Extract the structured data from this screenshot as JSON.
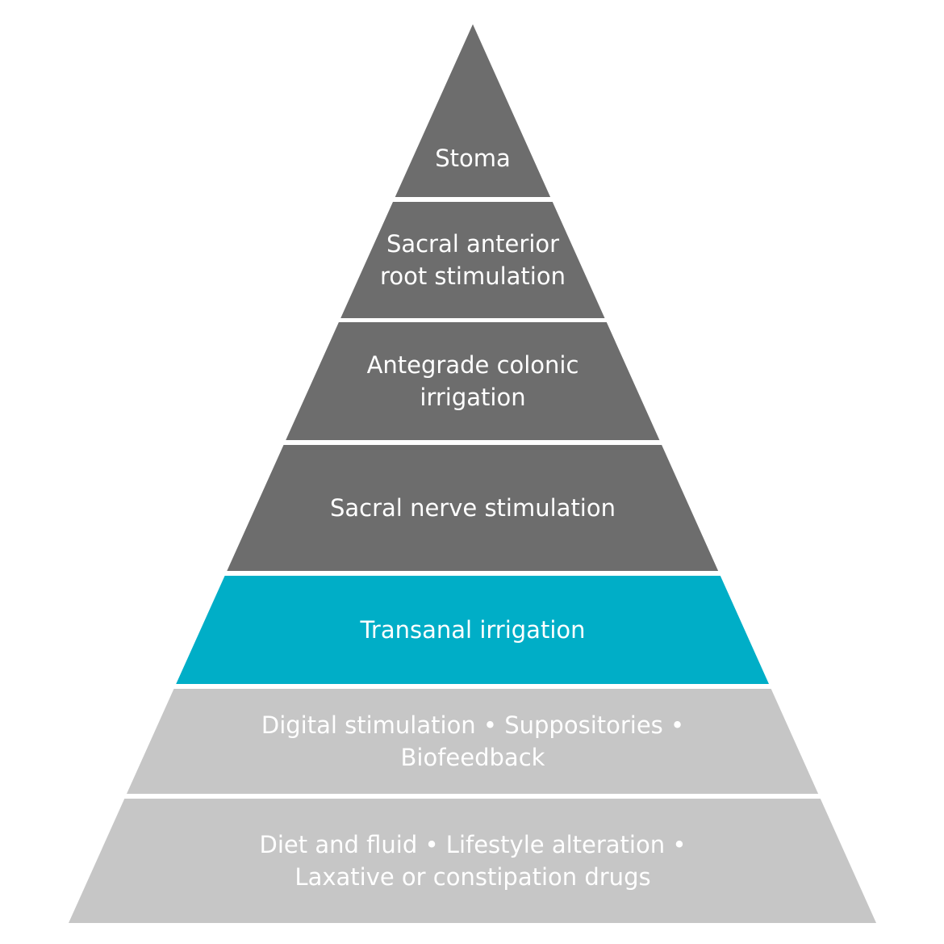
{
  "colors": {
    "dark_tier": "#6d6d6d",
    "highlight_tier": "#00aec7",
    "light_tier": "#c6c6c6",
    "text": "#ffffff",
    "background": "#ffffff"
  },
  "tiers": [
    {
      "id": "stoma",
      "lines": [
        "Stoma"
      ],
      "tone": "dark_tier"
    },
    {
      "id": "sacral-anterior-root-stimulation",
      "lines": [
        "Sacral anterior",
        "root stimulation"
      ],
      "tone": "dark_tier"
    },
    {
      "id": "antegrade-colonic-irrigation",
      "lines": [
        "Antegrade colonic",
        "irrigation"
      ],
      "tone": "dark_tier"
    },
    {
      "id": "sacral-nerve-stimulation",
      "lines": [
        "Sacral nerve stimulation"
      ],
      "tone": "dark_tier"
    },
    {
      "id": "transanal-irrigation",
      "lines": [
        "Transanal irrigation"
      ],
      "tone": "highlight_tier"
    },
    {
      "id": "digital-stimulation-suppositories-biofeedback",
      "lines": [
        "Digital stimulation • Suppositories •",
        "Biofeedback"
      ],
      "tone": "light_tier"
    },
    {
      "id": "diet-lifestyle-laxatives",
      "lines": [
        "Diet and fluid • Lifestyle alteration •",
        "Laxative or constipation drugs"
      ],
      "tone": "light_tier"
    }
  ]
}
